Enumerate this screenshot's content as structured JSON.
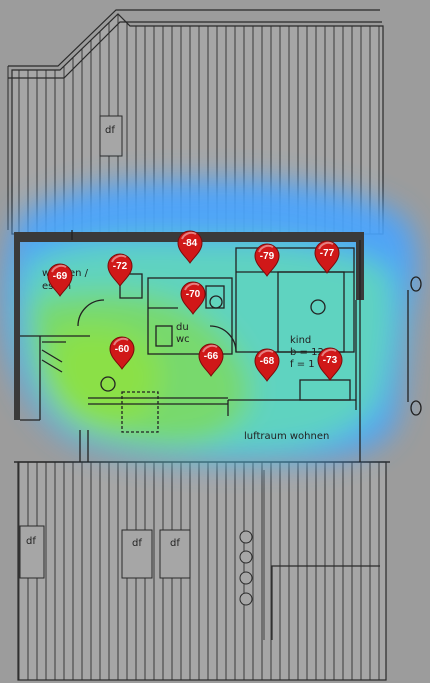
{
  "colors": {
    "background": "#9a9a9a",
    "paper": "#a8a8a8",
    "line": "#2a2a2a",
    "heat_strong": "#7ee04a",
    "heat_mid": "#5cd6c8",
    "heat_weak": "#4aa0ff",
    "pin": "#d01818"
  },
  "plan_labels": {
    "df_top": "df",
    "df_left": "df",
    "df_mid1": "df",
    "df_mid2": "df",
    "wohnen_line1": "wohnen /",
    "wohnen_line2": "essen",
    "du": "du",
    "wc": "wc",
    "kind": "kind",
    "kind_b": "b = 12",
    "kind_f": "f = 1",
    "luftraum": "luftraum wohnen"
  },
  "measurements": [
    {
      "id": "m1",
      "value": "-69"
    },
    {
      "id": "m2",
      "value": "-72"
    },
    {
      "id": "m3",
      "value": "-84"
    },
    {
      "id": "m4",
      "value": "-79"
    },
    {
      "id": "m5",
      "value": "-77"
    },
    {
      "id": "m6",
      "value": "-70"
    },
    {
      "id": "m7",
      "value": "-60"
    },
    {
      "id": "m8",
      "value": "-66"
    },
    {
      "id": "m9",
      "value": "-68"
    },
    {
      "id": "m10",
      "value": "-73"
    }
  ],
  "icon": "map-pin-icon"
}
